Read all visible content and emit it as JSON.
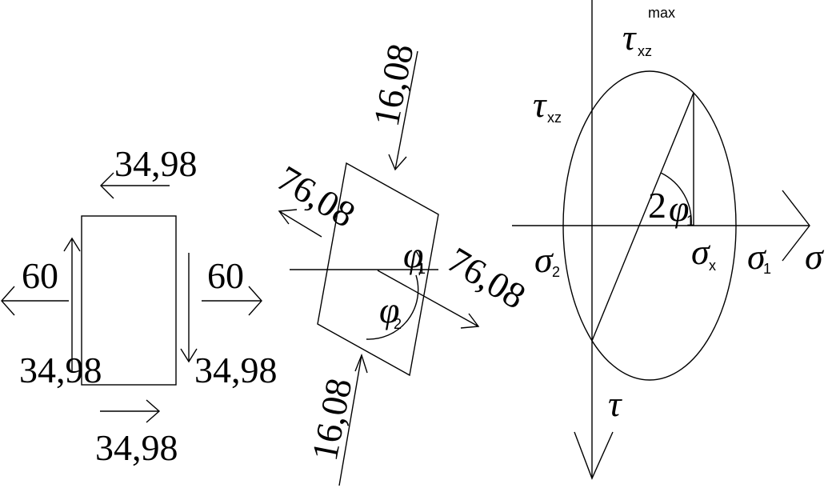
{
  "element_stress": {
    "shear_top": "34,98",
    "shear_bottom": "34,98",
    "normal_left": "60",
    "normal_right": "60",
    "shear_left": "34,98",
    "shear_right": "34,98"
  },
  "principal_element": {
    "top_stress": "16,08",
    "bottom_stress": "16,08",
    "left_stress": "76,08",
    "right_stress": "76,08",
    "phi_symbol": "φ",
    "phi1_sub": "1",
    "phi2_sub": "2"
  },
  "mohr_circle": {
    "tau_symbol": "τ",
    "sigma_symbol": "σ",
    "tau_max_sub": "xz",
    "tau_max_sup": "max",
    "tau_xz_sub": "xz",
    "sigma2_sub": "2",
    "sigma_x_sub": "x",
    "sigma1_sub": "1",
    "two_label": "2",
    "phi_symbol": "φ",
    "phi_sub": "1"
  }
}
